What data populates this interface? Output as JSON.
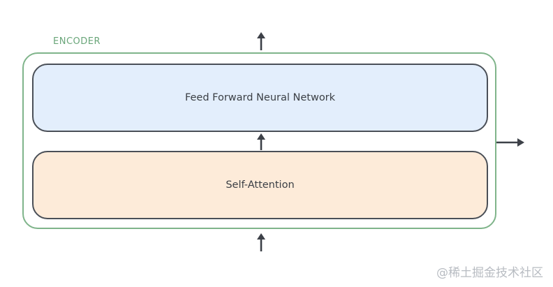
{
  "encoder": {
    "label": "ENCODER"
  },
  "layers": {
    "ffnn_label": "Feed Forward Neural Network",
    "self_attention_label": "Self-Attention"
  },
  "watermark": {
    "text": "@稀土掘金技术社区"
  },
  "colors": {
    "encoder_border": "#7fb48a",
    "block_border": "#4a4f57",
    "ffnn_fill": "#e3eefc",
    "self_attention_fill": "#fdebd9",
    "arrow": "#3d4148"
  }
}
